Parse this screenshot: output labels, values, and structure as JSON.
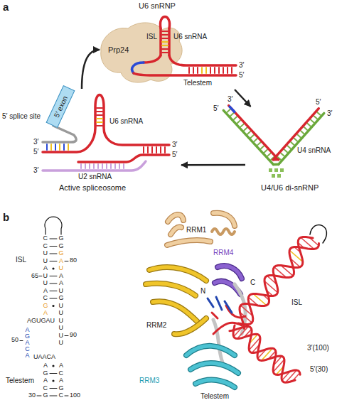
{
  "diagram": {
    "nodes": [
      {
        "text": [
          "U6 snRNP"
        ]
      },
      {
        "text": [
          "Prp24"
        ],
        "in": 0
      },
      {
        "text": [
          "U4/U6 di-snRNP"
        ]
      },
      {
        "text": [
          "Active spliceosome"
        ]
      },
      {
        "text": [
          "5′ exon"
        ],
        "in": 3
      }
    ],
    "edges": [
      {
        "from": 0,
        "to": 2,
        "arrow": "to"
      },
      {
        "from": 2,
        "to": 3,
        "arrow": "to"
      },
      {
        "from": 3,
        "to": 0,
        "arrow": "to"
      }
    ],
    "labels": [
      "a",
      "ISL",
      "U6 snRNA",
      "3′",
      "5′",
      "Telestem",
      "5′ splice site",
      "3′",
      "5′",
      "5′",
      "3′",
      "U6 snRNA",
      "3′",
      "5′",
      "3′",
      "5′",
      "U4 snRNA",
      "3′",
      "U2 snRNA",
      "b",
      "ISL",
      "C",
      "G",
      "C",
      "G",
      "U",
      "G",
      "U",
      "A",
      "80",
      "A",
      "U",
      "65",
      "U",
      "A",
      "U",
      "A",
      "A",
      "U",
      "C",
      "G",
      "G",
      "U",
      "A",
      "U",
      "AGUGAU",
      "U",
      "AGACA",
      "U",
      "50",
      "U",
      "90",
      "U",
      "UAACA",
      "A",
      "A",
      "Telestem",
      "G",
      "C",
      "A",
      "A",
      "C",
      "G",
      "30",
      "G",
      "C",
      "100",
      "RRM1",
      "RRM4",
      "N",
      "C",
      "ISL",
      "RRM2",
      "3′(100)",
      "5′(30)",
      "RRM3",
      "Telestem"
    ]
  }
}
